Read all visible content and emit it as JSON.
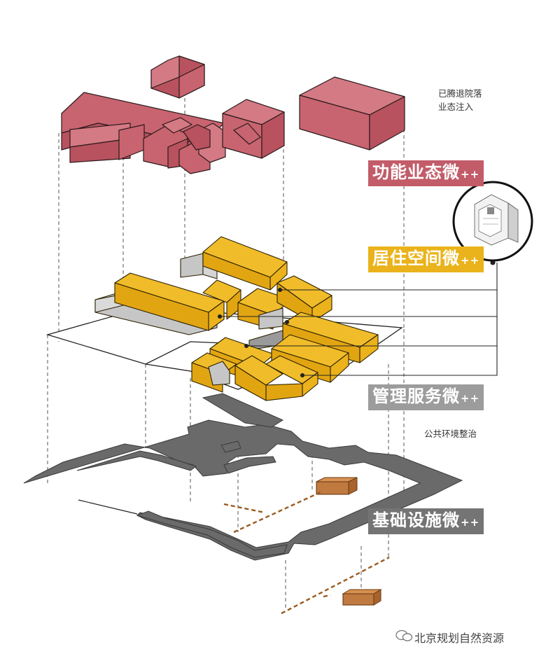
{
  "layers": {
    "functional": {
      "label": "功能业态微",
      "suffix": "++",
      "color": "#c25c69"
    },
    "residential": {
      "label": "居住空间微",
      "suffix": "++",
      "color": "#eab31b"
    },
    "management": {
      "label": "管理服务微",
      "suffix": "++",
      "color": "#9c9c9c"
    },
    "infrastructure": {
      "label": "基础设施微",
      "suffix": "++",
      "color": "#747474"
    }
  },
  "notes": {
    "vacated_line1": "已腾退院落",
    "vacated_line2": "业态注入",
    "public_env": "公共环境整治"
  },
  "colors": {
    "pink_building": "#c8646f",
    "yellow_building": "#ebb21b",
    "gray_annex": "#c6c6c6",
    "street_network": "#6a6a6a",
    "utility_box": "#b9773e",
    "utility_line": "#9a5a1e"
  },
  "watermark": "北京规划自然资源"
}
